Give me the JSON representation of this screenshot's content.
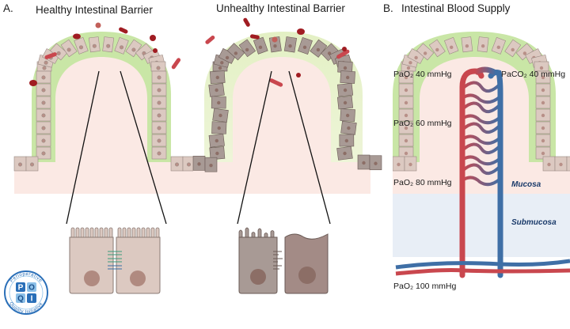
{
  "panels": {
    "a_label": "A.",
    "a_healthy_title": "Healthy Intestinal Barrier",
    "a_unhealthy_title": "Unhealthy Intestinal Barrier",
    "b_label": "B.",
    "b_title": "Intestinal Blood Supply"
  },
  "blood_supply": {
    "pao2_40": "PaO₂ 40 mmHg",
    "paco2_40": "PaCO₂ 40 mmHg",
    "pao2_60": "PaO₂ 60 mmHg",
    "pao2_80": "PaO₂ 80 mmHg",
    "pao2_100": "PaO₂ 100 mmHg",
    "mucosa": "Mucosa",
    "submucosa": "Submucosa"
  },
  "logo": {
    "letters": [
      "P",
      "O",
      "Q",
      "I"
    ],
    "ring_text_top": "Perioperative",
    "ring_text_bottom": "Quality Initiative"
  },
  "colors": {
    "villus_green": "#c9e6a6",
    "lamina_pink": "#fbe9e4",
    "healthy_cell": "#dcc9c1",
    "unhealthy_cell": "#a89a95",
    "submucosa_blue": "#e8eef6",
    "artery_red": "#c9474e",
    "vein_blue": "#3f6fa6"
  }
}
